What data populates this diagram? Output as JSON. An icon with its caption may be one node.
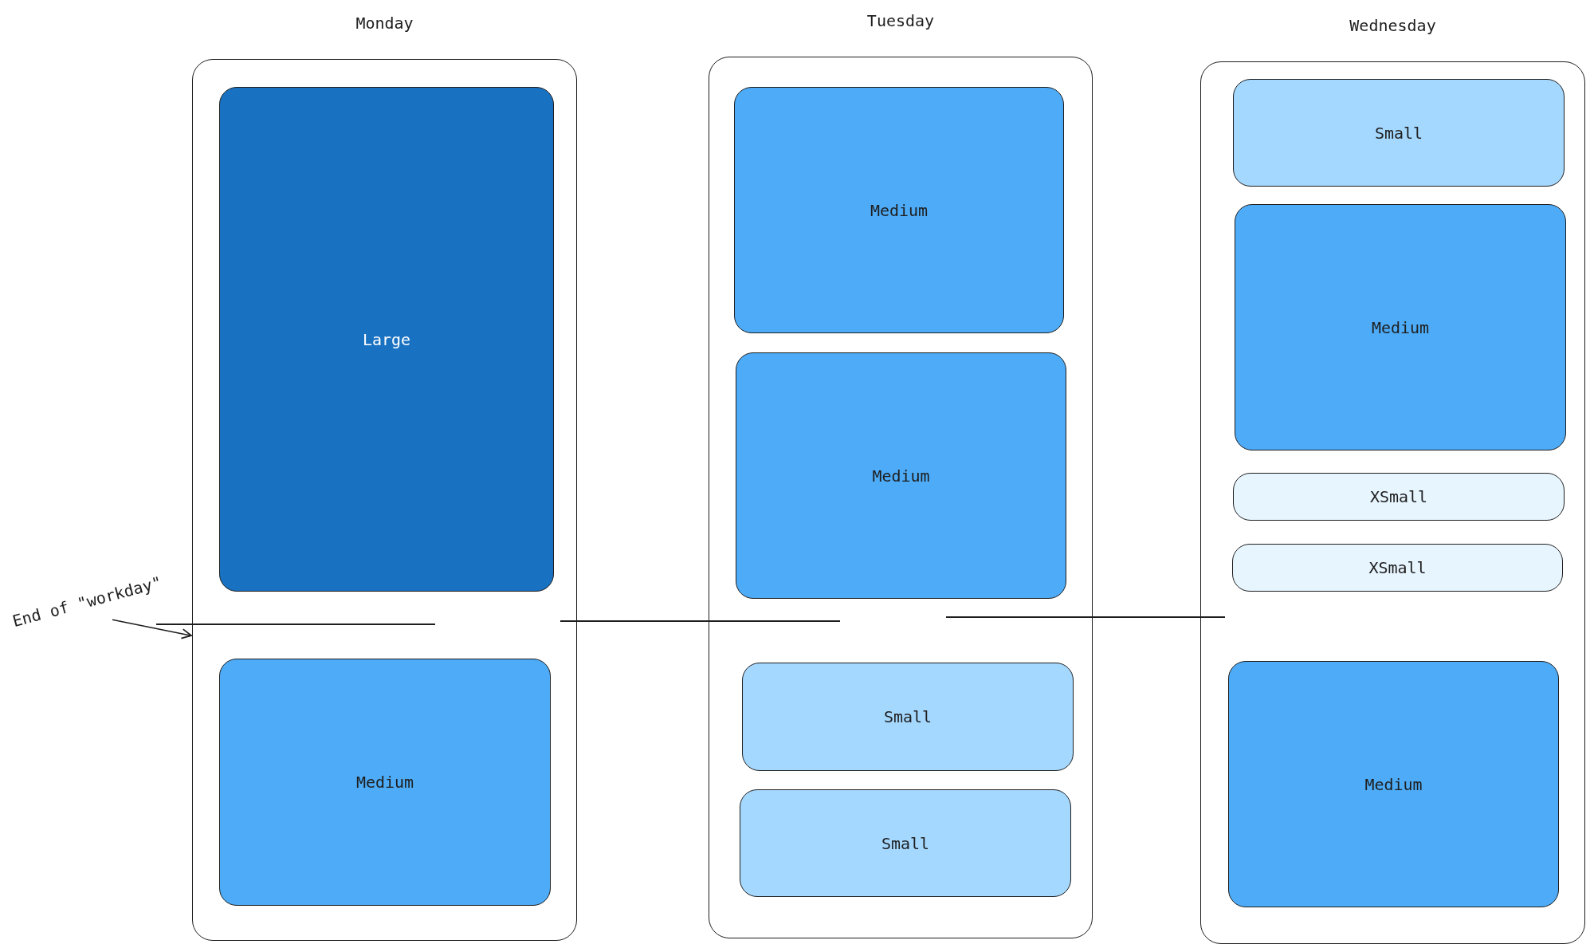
{
  "diagram": {
    "nodes": [
      {
        "text": [
          "Monday"
        ]
      },
      {
        "text": [
          "Large"
        ],
        "in": 0
      },
      {
        "text": [
          "Medium"
        ],
        "in": 0
      },
      {
        "text": [
          "Tuesday"
        ]
      },
      {
        "text": [
          "Medium"
        ],
        "in": 3
      },
      {
        "text": [
          "Medium"
        ],
        "in": 3
      },
      {
        "text": [
          "Small"
        ],
        "in": 3
      },
      {
        "text": [
          "Small"
        ],
        "in": 3
      },
      {
        "text": [
          "Wednesday"
        ]
      },
      {
        "text": [
          "Small"
        ],
        "in": 8
      },
      {
        "text": [
          "Medium"
        ],
        "in": 8
      },
      {
        "text": [
          "XSmall"
        ],
        "in": 8
      },
      {
        "text": [
          "XSmall"
        ],
        "in": 8
      },
      {
        "text": [
          "Medium"
        ],
        "in": 8
      },
      {
        "text": [
          "End of \"workday\""
        ]
      }
    ],
    "edges": [
      {
        "from": 14,
        "to": 0,
        "arrow": "to"
      }
    ]
  }
}
